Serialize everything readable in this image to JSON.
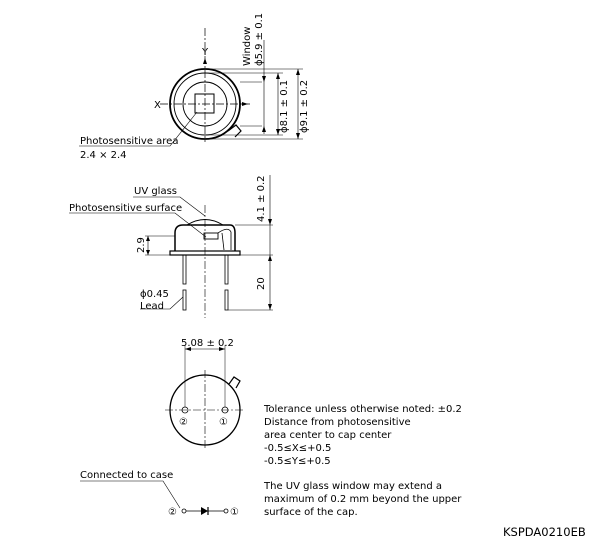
{
  "drawing_code": "KSPDA0210EB",
  "top_view": {
    "axis_x": "X",
    "axis_y": "Y",
    "window_label": "Window",
    "window_dim": "ϕ5.9 ± 0.1",
    "inner_dim": "ϕ8.1 ± 0.1",
    "outer_dim": "ϕ9.1 ± 0.2",
    "area_label": "Photosensitive area",
    "area_value": "2.4 × 2.4"
  },
  "side_view": {
    "uv_glass": "UV glass",
    "photosensitive_surface": "Photosensitive surface",
    "height_total": "4.1 ± 0.2",
    "height_cap": "2.9",
    "lead_length": "20",
    "lead_dia": "ϕ0.45",
    "lead_label": "Lead"
  },
  "bottom_view": {
    "pitch": "5.08 ± 0.2",
    "pin2": "②",
    "pin1": "①"
  },
  "schematic": {
    "case_label": "Connected to case",
    "pin2": "②",
    "pin1": "①"
  },
  "notes": {
    "tolerance": "Tolerance unless otherwise noted: ±0.2",
    "distance_1": "Distance from photosensitive",
    "distance_2": "area center to cap center",
    "x_range": "-0.5≤X≤+0.5",
    "y_range": "-0.5≤Y≤+0.5",
    "uv_note_1": "The UV glass window may extend a",
    "uv_note_2": "maximum of 0.2 mm beyond the upper",
    "uv_note_3": "surface of the cap."
  }
}
